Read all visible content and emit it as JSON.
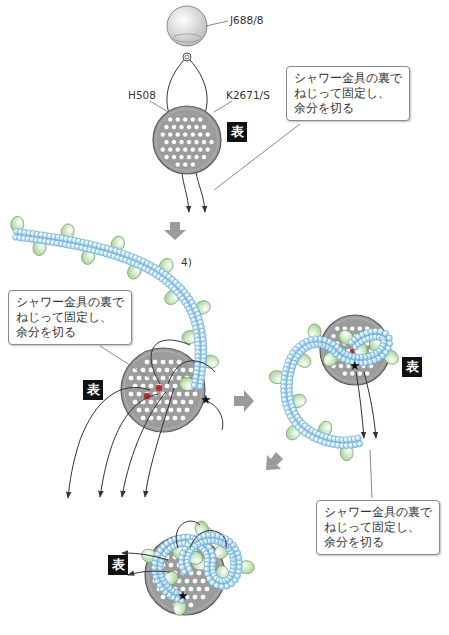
{
  "diagram": {
    "nodes": [
      {
        "text": [
          "シャワー金具の裏で ねじって固定し、 余分を切る"
        ]
      },
      {
        "text": [
          "表"
        ]
      },
      {
        "text": [
          "シャワー金具の裏で ねじって固定し、 余分を切る"
        ]
      },
      {
        "text": [
          "表"
        ]
      },
      {
        "text": [
          "表"
        ]
      },
      {
        "text": [
          "シャワー金具の裏で ねじって固定し、 余分を切る"
        ]
      },
      {
        "text": [
          "表"
        ]
      }
    ],
    "labels": [
      "J688/8",
      "H508",
      "K2671/S",
      "4)",
      "★",
      "★",
      "★"
    ]
  }
}
